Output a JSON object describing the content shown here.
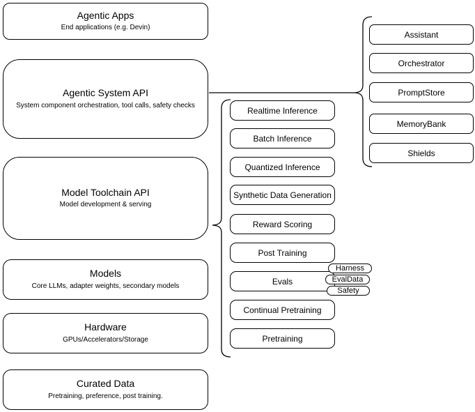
{
  "diagram": {
    "stack": [
      {
        "title": "Agentic Apps",
        "subtitle": "End applications (e.g. Devin)"
      },
      {
        "title": "Agentic System API",
        "subtitle": "System component orchestration, tool calls, safety checks"
      },
      {
        "title": "Model Toolchain API",
        "subtitle": "Model development & serving"
      },
      {
        "title": "Models",
        "subtitle": "Core LLMs, adapter weights, secondary models"
      },
      {
        "title": "Hardware",
        "subtitle": "GPUs/Accelerators/Storage"
      },
      {
        "title": "Curated Data",
        "subtitle": "Pretraining, preference, post training."
      }
    ],
    "toolchain_items": [
      {
        "label": "Realtime Inference"
      },
      {
        "label": "Batch Inference"
      },
      {
        "label": "Quantized Inference"
      },
      {
        "label": "Synthetic Data Generation"
      },
      {
        "label": "Reward Scoring"
      },
      {
        "label": "Post Training"
      },
      {
        "label": "Evals"
      },
      {
        "label": "Continual Pretraining"
      },
      {
        "label": "Pretraining"
      }
    ],
    "evals_tags": [
      {
        "label": "Harness"
      },
      {
        "label": "EvalData"
      },
      {
        "label": "Safety"
      }
    ],
    "system_components": [
      {
        "label": "Assistant"
      },
      {
        "label": "Orchestrator"
      },
      {
        "label": "PromptStore"
      },
      {
        "label": "MemoryBank"
      },
      {
        "label": "Shields"
      }
    ],
    "colors": {
      "background": "#ffffff",
      "stroke": "#000000",
      "text": "#000000"
    }
  }
}
